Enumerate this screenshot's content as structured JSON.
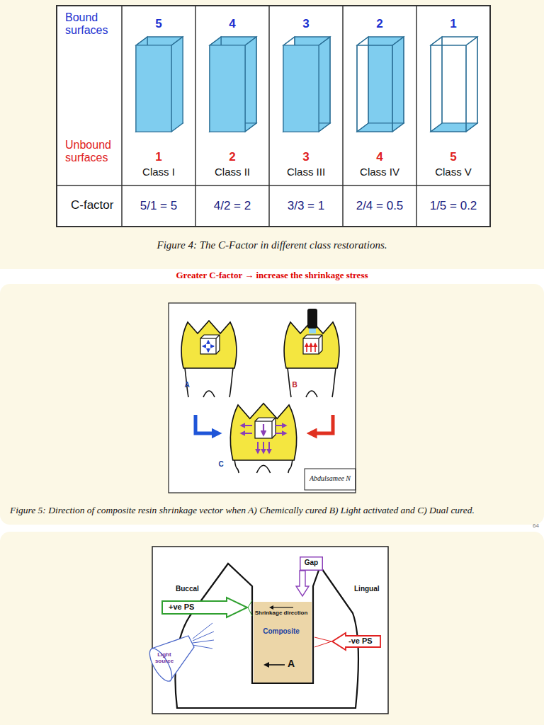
{
  "diagram": {
    "nodes": [
      {
        "text": [
          "Gap"
        ]
      },
      {
        "text": [
          "+ve PS"
        ]
      },
      {
        "text": [
          "Shrinkage direction",
          "Composite",
          "A"
        ]
      },
      {
        "text": [
          "-ve PS"
        ]
      }
    ],
    "labels": [
      "Bound surfaces",
      "5",
      "4",
      "3",
      "2",
      "1",
      "Unbound surfaces",
      "1",
      "2",
      "3",
      "4",
      "5",
      "Class I",
      "Class II",
      "Class III",
      "Class IV",
      "Class V",
      "C-factor",
      "5/1 = 5",
      "4/2 = 2",
      "3/3 = 1",
      "2/4 = 0.5",
      "1/5 = 0.2",
      "Figure 4: The C-Factor in different class restorations.",
      "Greater C-factor → increase the shrinkage stress",
      "A",
      "B",
      "C",
      "Abdulsamee N",
      "Figure 5: Direction of composite resin shrinkage vector when A) Chemically cured B) Light activated and C) Dual cured.",
      "64",
      "Buccal",
      "Lingual",
      "Light source"
    ]
  }
}
